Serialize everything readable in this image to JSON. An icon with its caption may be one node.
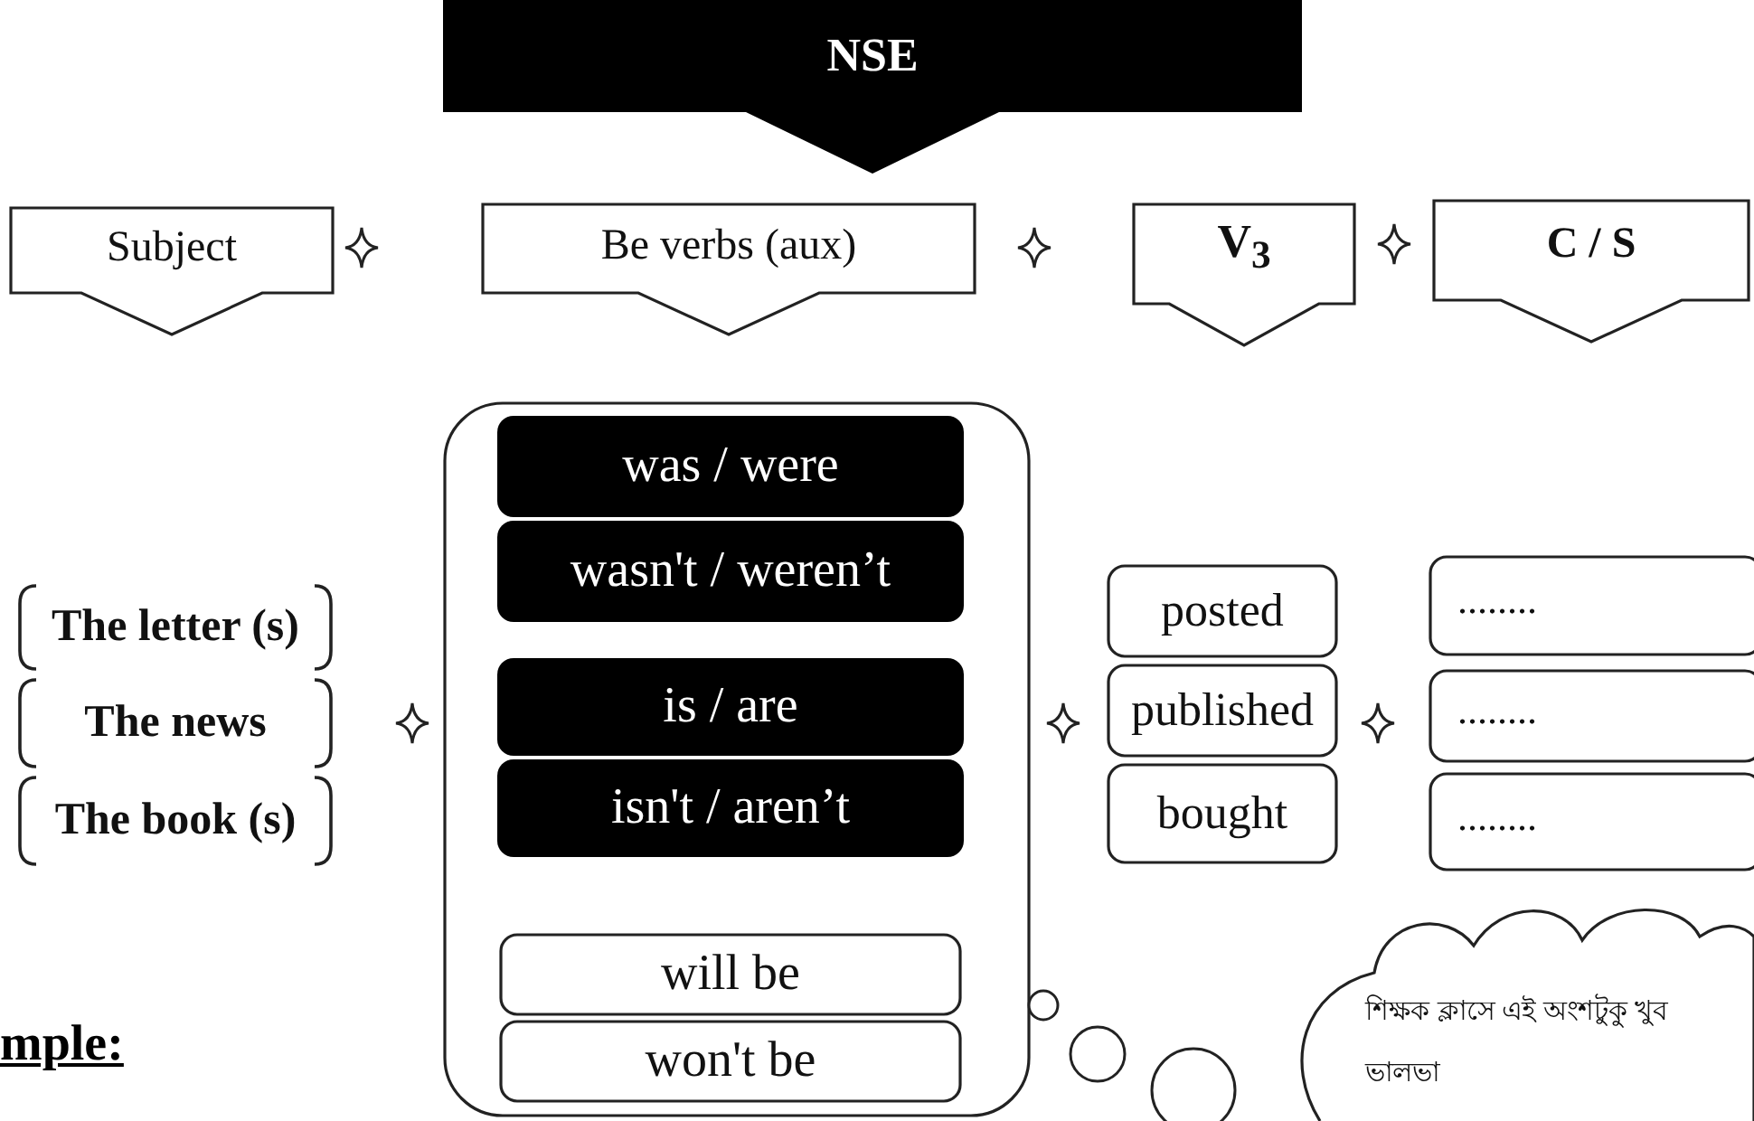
{
  "diagram": {
    "nodes": [
      {
        "text": [
          "NSE"
        ]
      },
      {
        "text": [
          "Subject"
        ]
      },
      {
        "text": [
          "Be verbs (aux)"
        ]
      },
      {
        "text": [
          "V$_{3}$"
        ]
      },
      {
        "text": [
          "C / S"
        ]
      },
      {
        "text": [
          "The letter (s)"
        ]
      },
      {
        "text": [
          "The news"
        ]
      },
      {
        "text": [
          "The book (s)"
        ]
      },
      {
        "text": [],
        "shape": "box"
      },
      {
        "text": [
          "was / were"
        ],
        "in": 8
      },
      {
        "text": [
          "wasn't / weren’t"
        ],
        "in": 8
      },
      {
        "text": [
          "is / are"
        ],
        "in": 8
      },
      {
        "text": [
          "isn't / aren’t"
        ],
        "in": 8
      },
      {
        "text": [
          "will be"
        ],
        "in": 8
      },
      {
        "text": [
          "won't be"
        ],
        "in": 8
      },
      {
        "text": [
          "posted"
        ]
      },
      {
        "text": [
          "published"
        ]
      },
      {
        "text": [
          "bought"
        ]
      },
      {
        "text": [
          "........"
        ]
      },
      {
        "text": [
          "........"
        ]
      },
      {
        "text": [
          "........"
        ]
      },
      {
        "text": [
          "শিক্ষক ক্লাসে এই অংশটুকু খুব ভালভা"
        ]
      }
    ],
    "labels": [
      "mple:"
    ]
  }
}
